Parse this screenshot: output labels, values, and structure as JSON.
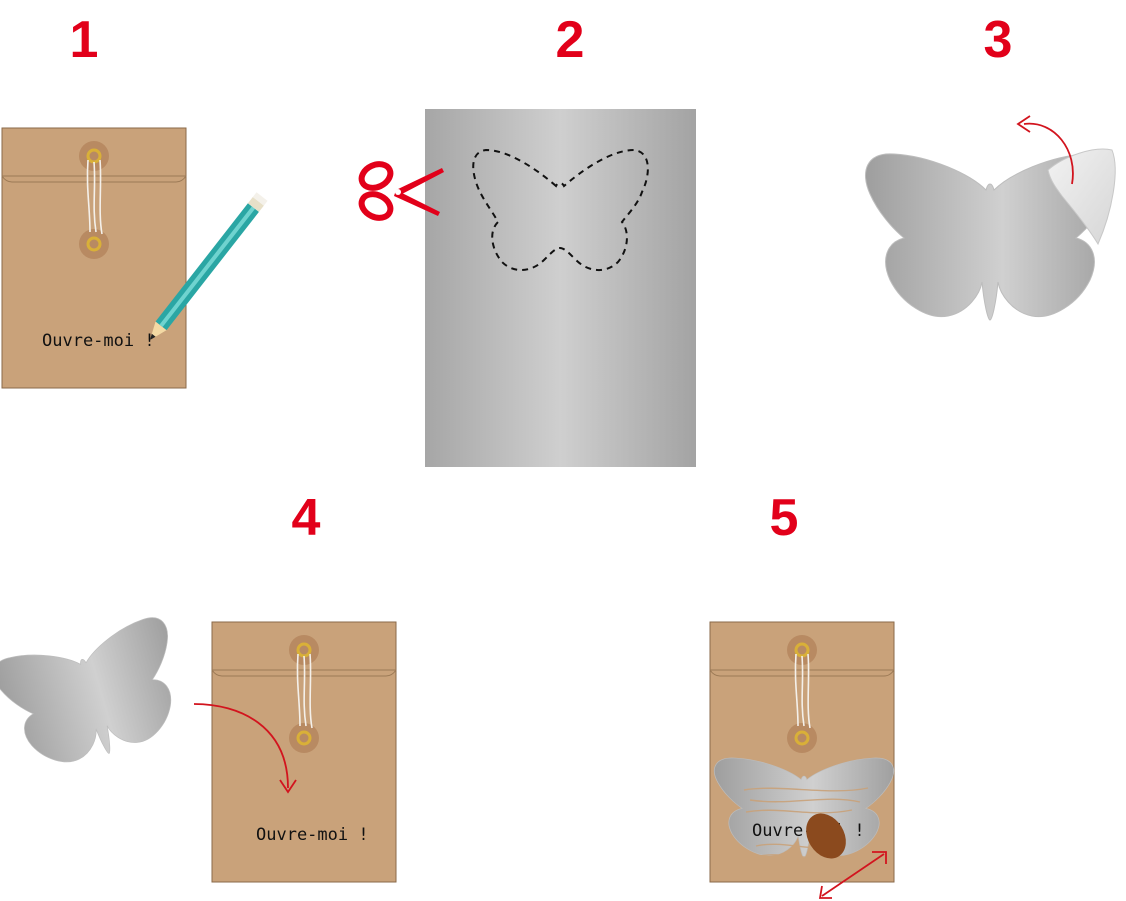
{
  "steps": [
    {
      "number": "1"
    },
    {
      "number": "2"
    },
    {
      "number": "3"
    },
    {
      "number": "4"
    },
    {
      "number": "5"
    }
  ],
  "envelope_text": "Ouvre-moi !",
  "envelope_text_scratched": "Ouvre-moi !",
  "colors": {
    "accent_red": "#e2001a",
    "kraft": "#c9a27a",
    "kraft_border": "#8a6a4a",
    "button": "#b88a62",
    "eyelet": "#d9b038",
    "silver_dark": "#a8a8a8",
    "silver_light": "#c9c9c9",
    "pencil": "#2aa6a4",
    "coin": "#8b4a1e"
  },
  "icons": [
    "pencil-icon",
    "scissors-icon",
    "butterfly-icon",
    "coin-icon",
    "curved-arrow-icon",
    "double-arrow-icon"
  ]
}
